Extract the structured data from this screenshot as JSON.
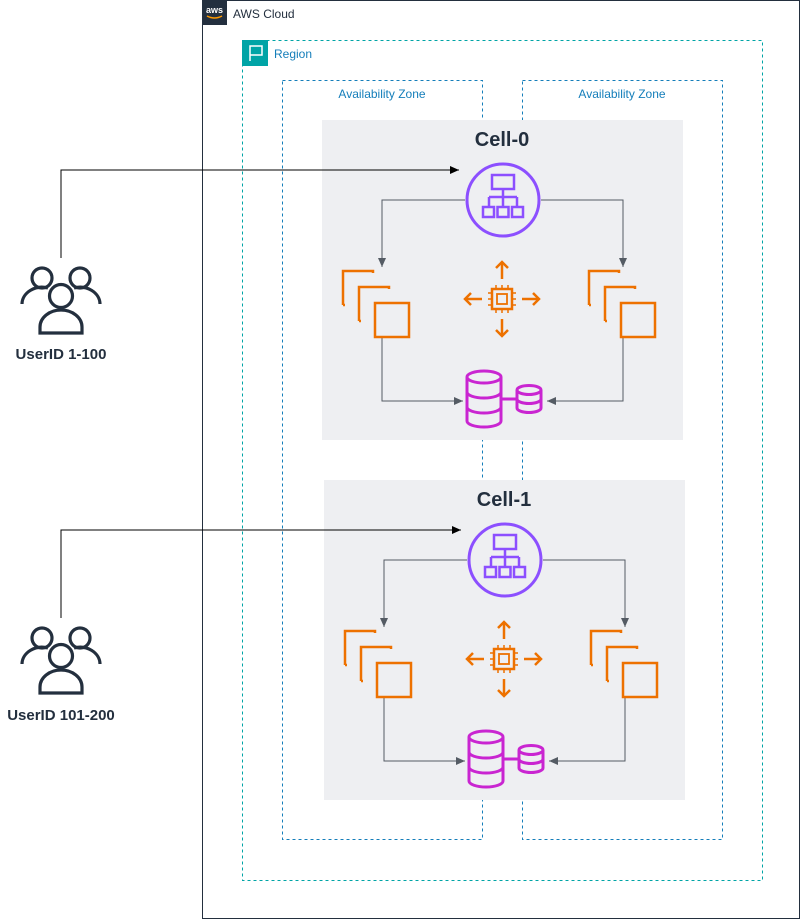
{
  "cloud": {
    "title": "AWS Cloud",
    "logo_text": "aws"
  },
  "region": {
    "label": "Region"
  },
  "availability_zones": [
    {
      "label": "Availability Zone"
    },
    {
      "label": "Availability Zone"
    }
  ],
  "cells": [
    {
      "title": "Cell-0"
    },
    {
      "title": "Cell-1"
    }
  ],
  "user_groups": [
    {
      "label": "UserID 1-100"
    },
    {
      "label": "UserID 101-200"
    }
  ],
  "icons": {
    "load_balancer": "application-load-balancer-icon",
    "instances": "ec2-instances-icon",
    "auto_scaling": "auto-scaling-icon",
    "database": "database-icon",
    "users": "users-icon"
  },
  "colors": {
    "aws_dark": "#232f3e",
    "region_teal": "#147eba",
    "region_badge": "#00a4a6",
    "compute_orange": "#ed7100",
    "network_purple": "#8c4fff",
    "database_magenta": "#c925d1",
    "cell_bg": "#eeeff2"
  }
}
